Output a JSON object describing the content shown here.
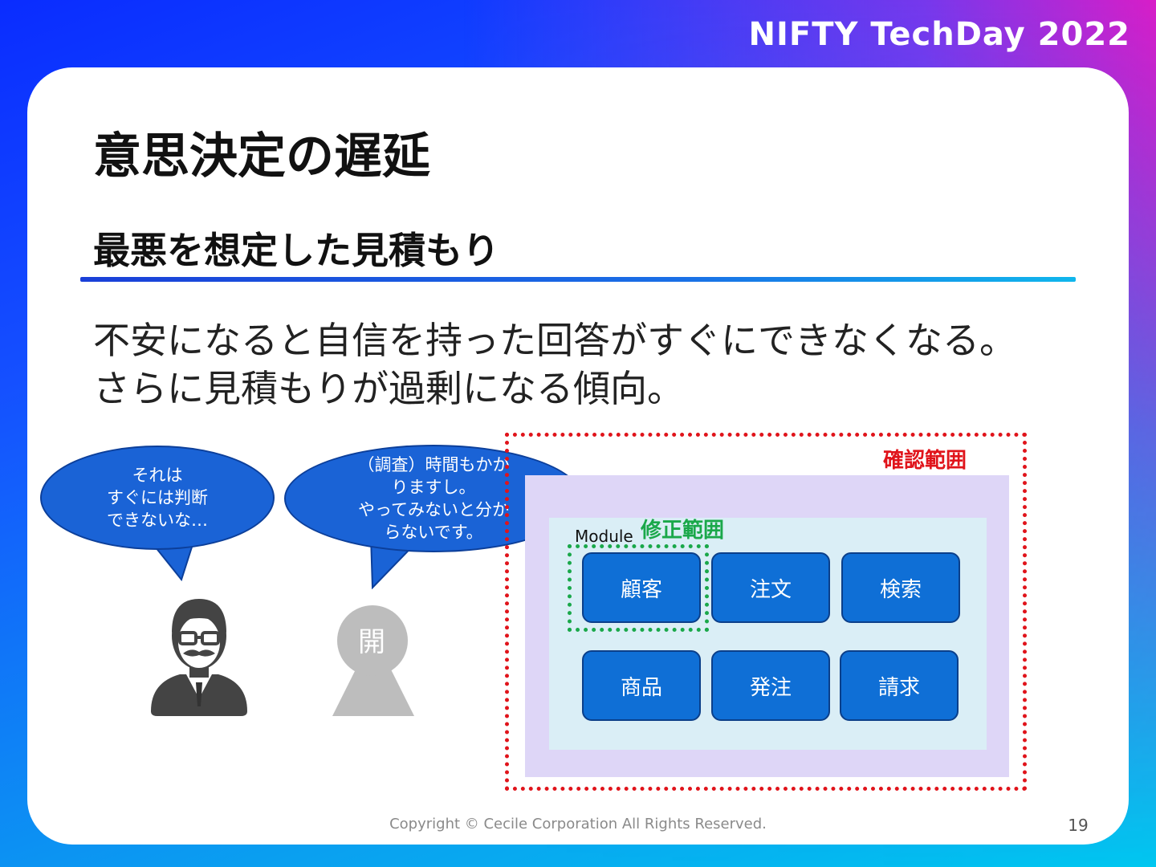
{
  "header": {
    "brand": "NIFTY TechDay 2022"
  },
  "slide": {
    "title": "意思決定の遅延",
    "subtitle": "最悪を想定した見積もり",
    "body": [
      "不安になると自信を持った回答がすぐにできなくなる。",
      "さらに見積もりが過剰になる傾向。"
    ]
  },
  "bubbles": {
    "left": [
      "それは",
      "すぐには判断",
      "できないな…"
    ],
    "right": [
      "（調査）時間もかか",
      "りますし。",
      "やってみないと分か",
      "らないです。"
    ]
  },
  "developer_label": "開",
  "diagram": {
    "confirm_label": "確認範囲",
    "fix_label": "修正範囲",
    "module_label": "Module",
    "modules": [
      "顧客",
      "注文",
      "検索",
      "商品",
      "発注",
      "請求"
    ]
  },
  "footer": {
    "copyright": "Copyright © Cecile Corporation All Rights Reserved.",
    "page": "19"
  },
  "colors": {
    "accent_blue": "#1a63d6",
    "confirm_red": "#e0141b",
    "fix_green": "#1aa84a"
  }
}
